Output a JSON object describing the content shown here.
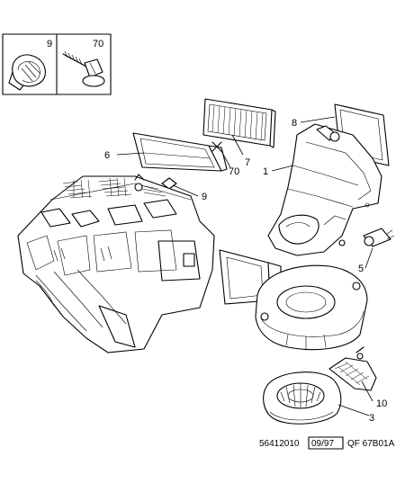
{
  "parts_box": {
    "left_label": "9",
    "right_label": "70"
  },
  "callouts": {
    "c1": "1",
    "c3": "3",
    "c5": "5",
    "c6": "6",
    "c7": "7",
    "c8": "8",
    "c9": "9",
    "c10": "10",
    "c70": "70"
  },
  "footer": {
    "code": "56412010",
    "date": "09/97",
    "ref": "QF 67B01A"
  }
}
